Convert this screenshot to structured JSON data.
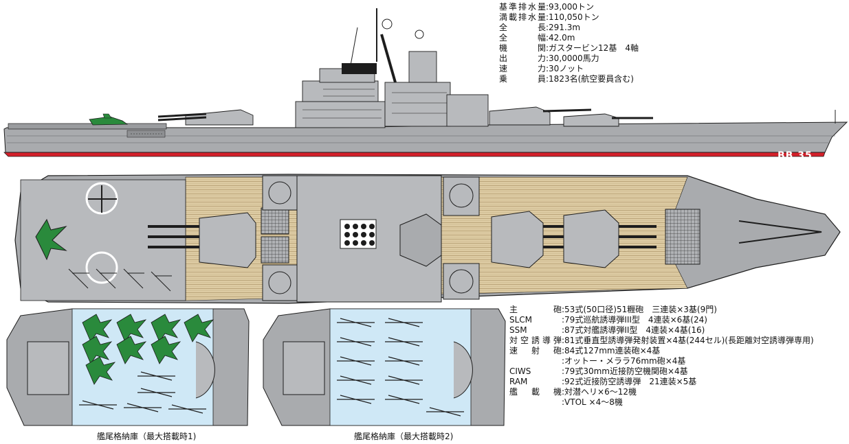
{
  "hull_number": "BB 35",
  "specs_top": [
    {
      "key": "基準排水量",
      "value": "93,000トン"
    },
    {
      "key": "満載排水量",
      "value": "110,050トン"
    },
    {
      "key": "全長",
      "value": "291.3m"
    },
    {
      "key": "全幅",
      "value": "42.0m"
    },
    {
      "key": "機関",
      "value": "ガスタービン12基　4軸"
    },
    {
      "key": "出力",
      "value": "30,0000馬力"
    },
    {
      "key": "速力",
      "value": "30ノット"
    },
    {
      "key": "乗員",
      "value": "1823名(航空要員含む)"
    }
  ],
  "specs_bottom": [
    {
      "key": "主砲",
      "value": "53式(50口径)51糎砲　三連装×3基(9門)"
    },
    {
      "key": "SLCM",
      "value": "79式巡航誘導弾III型　4連装×6基(24)"
    },
    {
      "key": "SSM",
      "value": "87式対艦誘導弾II型　4連装×4基(16)"
    },
    {
      "key": "対空誘導弾",
      "value": "81式垂直型誘導弾発射装置×4基(244セル)(長距離対空誘導弾専用)"
    },
    {
      "key": "速射砲",
      "value": "84式127mm連装砲×4基"
    },
    {
      "key": "",
      "value": "オットー・メララ76mm砲×4基"
    },
    {
      "key": "CIWS",
      "value": "79式30mm近接防空機関砲×4基"
    },
    {
      "key": "RAM",
      "value": "92式近接防空誘導弾　21連装×5基"
    },
    {
      "key": "艦載機",
      "value": "対潜ヘリ×6〜12機"
    },
    {
      "key": "",
      "value": "VTOL ×4〜8機"
    }
  ],
  "captions": {
    "hangar_1": "艦尾格納庫（最大搭載時1)",
    "hangar_2": "艦尾格納庫（最大搭載時2)"
  },
  "colors": {
    "hull_gray": "#a9abae",
    "deck_gray": "#b8babd",
    "dark_gray": "#8e9093",
    "wood_deck": "#ddcba3",
    "waterline_red": "#d4202a",
    "hangar_bg": "#cfe8f6",
    "aircraft_green": "#2a8a3c",
    "outline": "#1d1d1d"
  }
}
